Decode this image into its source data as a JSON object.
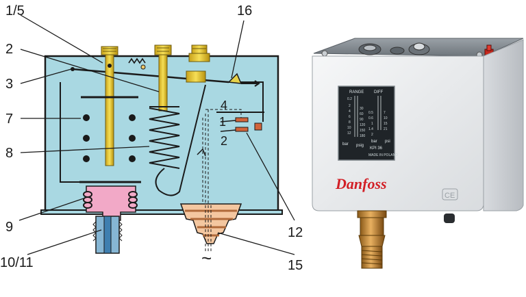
{
  "diagram": {
    "callouts": {
      "c1_5": "1/5",
      "c2": "2",
      "c3": "3",
      "c7": "7",
      "c8": "8",
      "c9": "9",
      "c10_11": "10/11",
      "c16": "16",
      "c12": "12",
      "c15": "15",
      "c4_inner": "4",
      "c1_inner": "1",
      "c2_inner": "2"
    },
    "ac_symbol": "~"
  },
  "device": {
    "brand": "Danfoss",
    "ce_mark": "CE",
    "model": "KPI 36",
    "range_label": "RANGE",
    "diff_label": "DIFF",
    "unit_bar": "bar",
    "unit_psig": "psig",
    "unit_psi": "psi",
    "made_in": "MADE IN POLAND",
    "range_scale": [
      "0.2",
      "2",
      "4",
      "6",
      "8",
      "10",
      "12"
    ],
    "psig_scale": [
      "30",
      "60",
      "90",
      "120",
      "150",
      "180"
    ],
    "diff_scale": [
      "0.5",
      "0.6",
      "1",
      "1.4",
      "2"
    ],
    "psi_scale": [
      "7",
      "10",
      "15",
      "21"
    ]
  }
}
